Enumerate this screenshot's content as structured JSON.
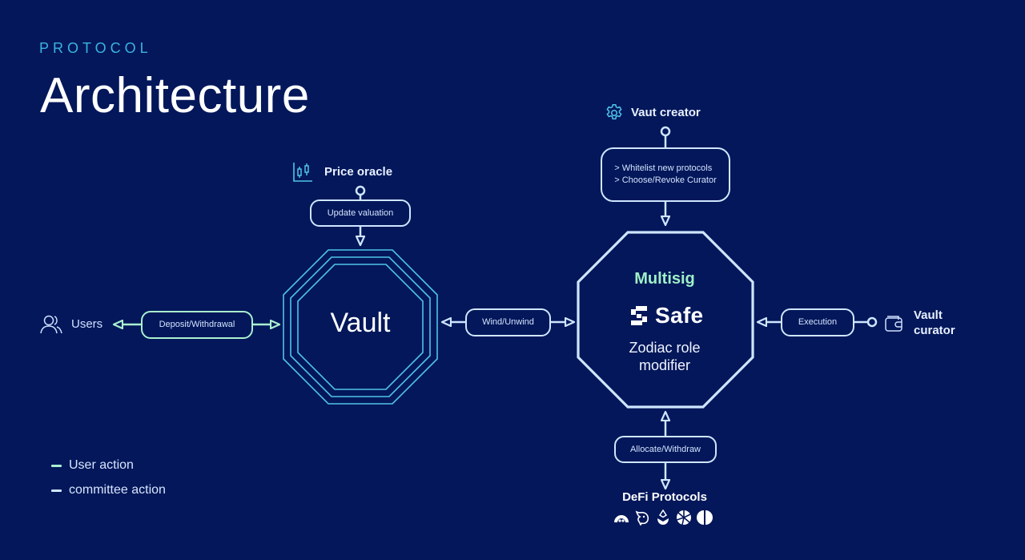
{
  "header": {
    "eyebrow": "PROTOCOL",
    "title": "Architecture"
  },
  "colors": {
    "background": "#03175a",
    "user_action": "#a9f0cf",
    "committee_action": "#cfe6ff",
    "vault_rings": "#4fc3e8",
    "multisig_title": "#9ff0c6",
    "eyebrow": "#39b4e0"
  },
  "nodes": {
    "price_oracle": {
      "label": "Price oracle",
      "icon": "candlestick-chart-icon"
    },
    "vault_creator": {
      "label": "Vaut creator",
      "icon": "gear-icon"
    },
    "users": {
      "label": "Users",
      "icon": "users-icon"
    },
    "vault": {
      "label": "Vault"
    },
    "multisig": {
      "title": "Multisig",
      "brand": "Safe",
      "subtitle_line1": "Zodiac role",
      "subtitle_line2": "modifier"
    },
    "vault_curator": {
      "label_line1": "Vault",
      "label_line2": "curator",
      "icon": "wallet-icon"
    },
    "defi_protocols": {
      "label": "DeFi Protocols",
      "icons": [
        "morpho-icon",
        "uniswap-icon",
        "lido-icon",
        "pendle-icon",
        "aave-icon"
      ]
    }
  },
  "edges": {
    "update_valuation": "Update valuation",
    "creator_actions": [
      "> Whitelist new protocols",
      "> Choose/Revoke Curator"
    ],
    "deposit_withdrawal": "Deposit/Withdrawal",
    "wind_unwind": "Wind/Unwind",
    "execution": "Execution",
    "allocate_withdraw": "Allocate/Withdraw"
  },
  "legend": [
    {
      "label": "User action",
      "color": "#a9f0cf"
    },
    {
      "label": "committee action",
      "color": "#cfe6ff"
    }
  ]
}
